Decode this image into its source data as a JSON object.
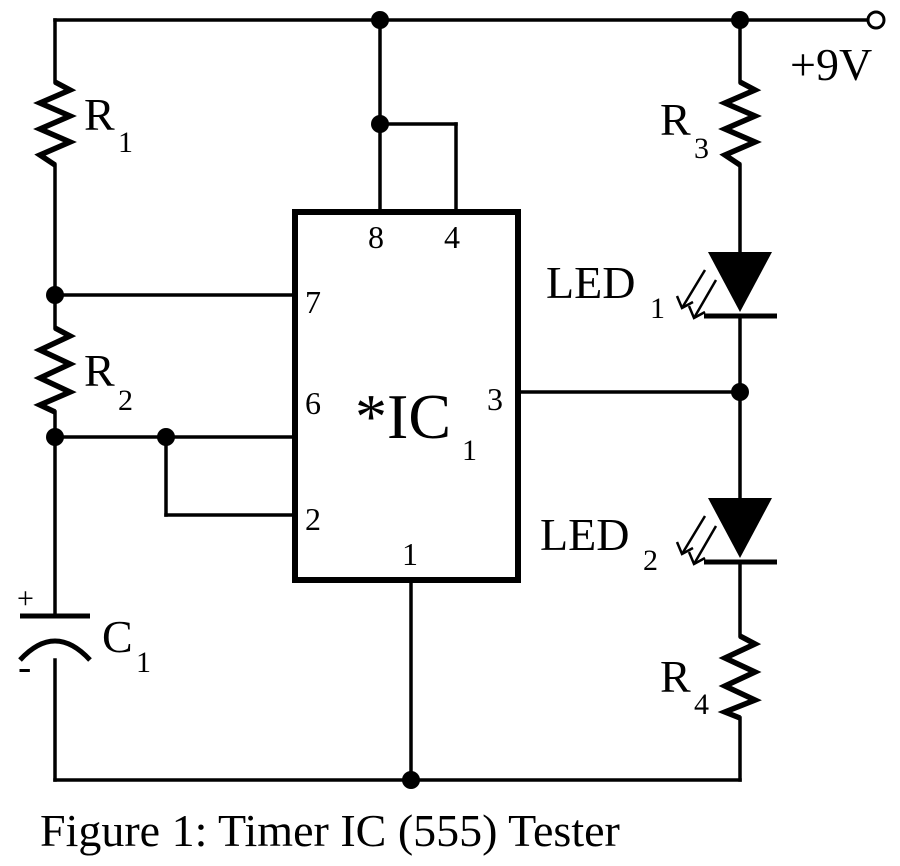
{
  "components": {
    "r1": {
      "name": "R",
      "sub": "1"
    },
    "r2": {
      "name": "R",
      "sub": "2"
    },
    "r3": {
      "name": "R",
      "sub": "3"
    },
    "r4": {
      "name": "R",
      "sub": "4"
    },
    "c1": {
      "name": "C",
      "sub": "1",
      "plus": "+",
      "minus": "-"
    },
    "led1": {
      "name": "LED",
      "sub": "1"
    },
    "led2": {
      "name": "LED",
      "sub": "2"
    },
    "ic1": {
      "prefix": "*IC",
      "sub": "1"
    }
  },
  "supply": {
    "label": "+9V"
  },
  "pins": {
    "p8": "8",
    "p4": "4",
    "p7": "7",
    "p6": "6",
    "p2": "2",
    "p3": "3",
    "p1": "1"
  },
  "caption": "Figure 1: Timer IC (555) Tester"
}
